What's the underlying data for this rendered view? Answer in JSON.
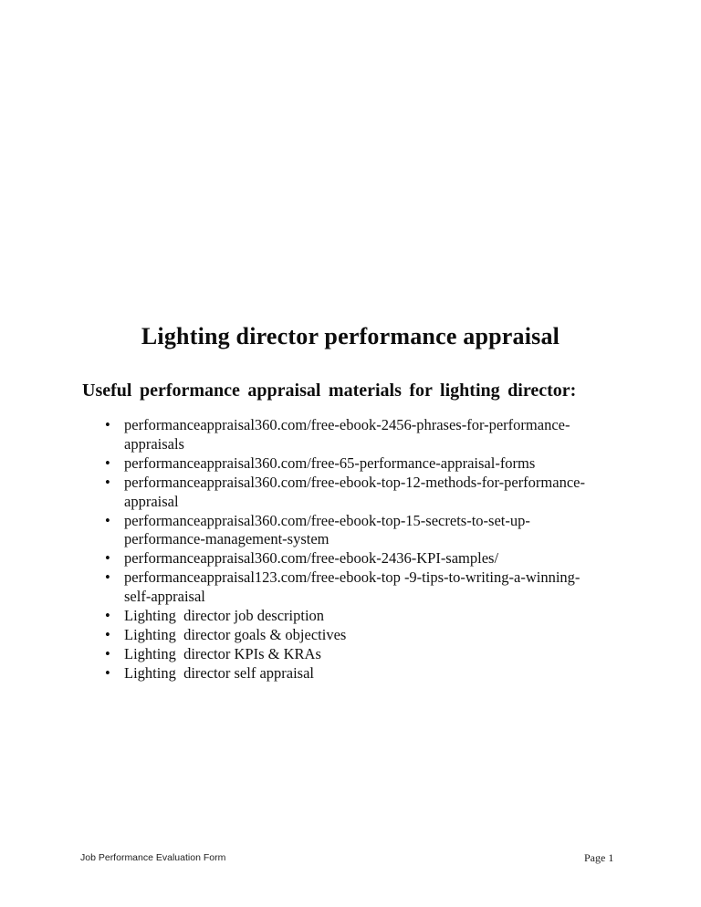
{
  "page": {
    "title": "Lighting director performance appraisal",
    "heading": "Useful performance appraisal materials for lighting director:",
    "list": {
      "items": [
        {
          "lines": [
            "performanceappraisal360.com/free-ebook-2456-phrases-for-performance-",
            "appraisals"
          ]
        },
        {
          "lines": [
            "performanceappraisal360.com/free-65-performance-appraisal-forms"
          ]
        },
        {
          "lines": [
            "performanceappraisal360.com/free-ebook-top-12-methods-for-performance-",
            "appraisal"
          ]
        },
        {
          "lines": [
            "performanceappraisal360.com/free-ebook-top-15-secrets-to-set-up-",
            "performance-management-system"
          ]
        },
        {
          "lines": [
            "performanceappraisal360.com/free-ebook-2436-KPI-samples/"
          ]
        },
        {
          "lines": [
            "performanceappraisal123.com/free-ebook-top -9-tips-to-writing-a-winning-",
            "self-appraisal"
          ]
        },
        {
          "lines": [
            "Lighting  director job description"
          ]
        },
        {
          "lines": [
            "Lighting  director goals & objectives"
          ]
        },
        {
          "lines": [
            "Lighting  director KPIs & KRAs"
          ]
        },
        {
          "lines": [
            "Lighting  director self appraisal"
          ]
        }
      ]
    },
    "footer": {
      "left": "Job Performance Evaluation Form",
      "right": "Page 1"
    },
    "colors": {
      "background": "#ffffff",
      "text": "#0d0d0d"
    }
  }
}
